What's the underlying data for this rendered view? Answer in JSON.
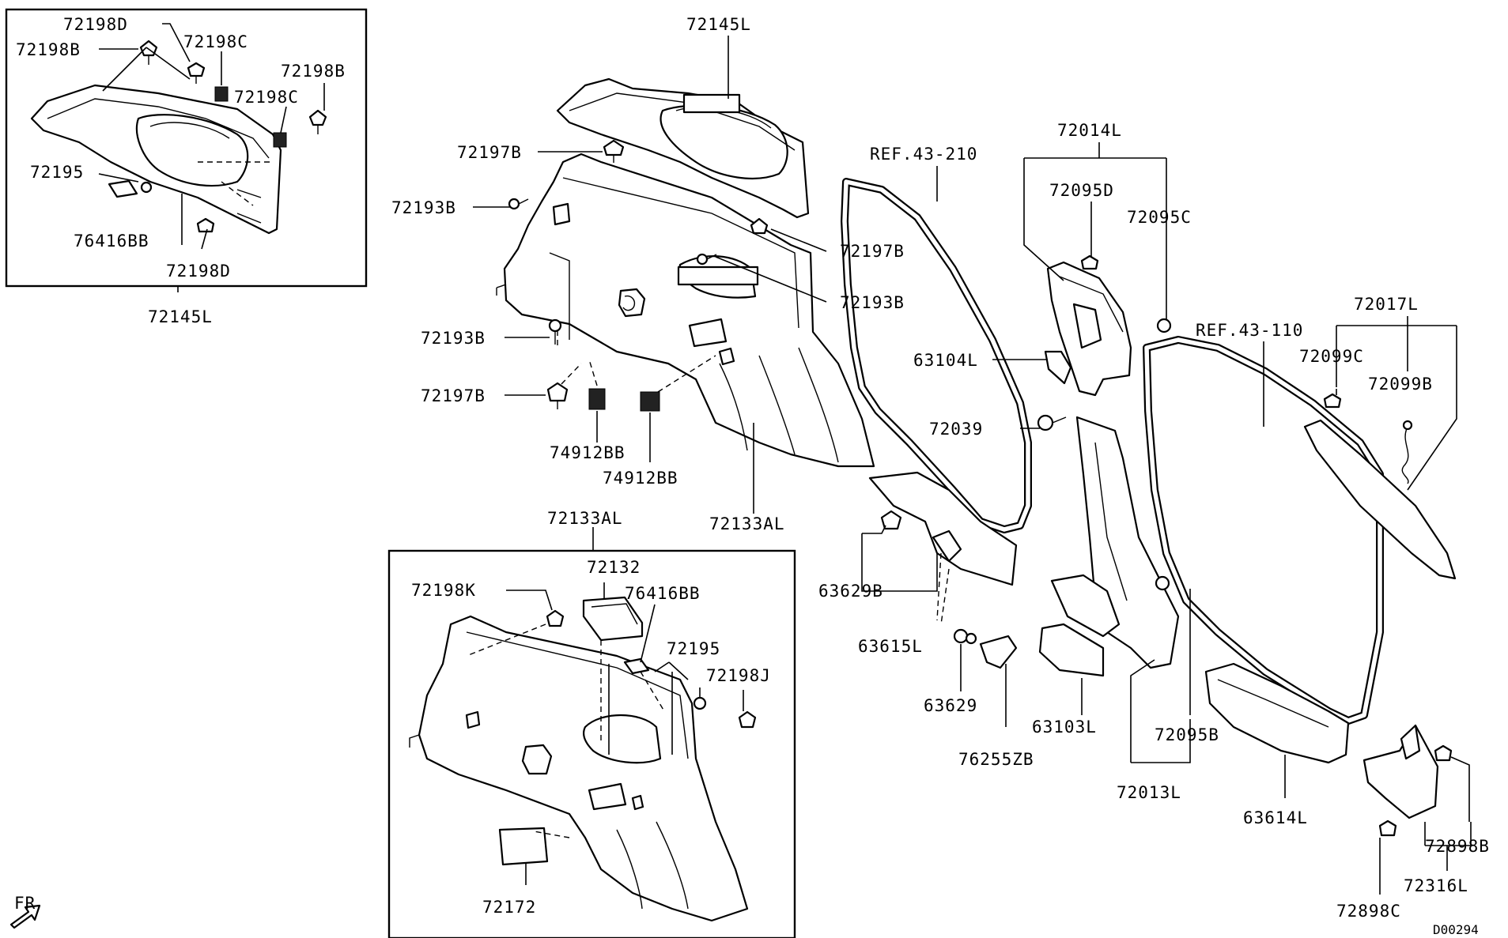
{
  "diagram_code": "D00294",
  "direction_label": "FR",
  "labels": {
    "l_72145L_top": "72145L",
    "l_72197B_a": "72197B",
    "l_72193B_a": "72193B",
    "l_72197B_b": "72197B",
    "l_72193B_b": "72193B",
    "l_72193B_c": "72193B",
    "l_72197B_c": "72197B",
    "l_74912BB_a": "74912BB",
    "l_74912BB_b": "74912BB",
    "l_72133AL_main": "72133AL",
    "l_72133AL_box": "72133AL",
    "l_ref_43_210": "REF.43-210",
    "l_72014L": "72014L",
    "l_72095D": "72095D",
    "l_72095C": "72095C",
    "l_63104L": "63104L",
    "l_72039": "72039",
    "l_ref_43_110": "REF.43-110",
    "l_72017L": "72017L",
    "l_72099C": "72099C",
    "l_72099B": "72099B",
    "l_63629B": "63629B",
    "l_63615L": "63615L",
    "l_63629": "63629",
    "l_76255ZB": "76255ZB",
    "l_63103L": "63103L",
    "l_72095B": "72095B",
    "l_72013L": "72013L",
    "l_63614L": "63614L",
    "l_72898B": "72898B",
    "l_72316L": "72316L",
    "l_72898C": "72898C",
    "l_72198D_a": "72198D",
    "l_72198B_a": "72198B",
    "l_72198C_a": "72198C",
    "l_72198B_b": "72198B",
    "l_72198C_b": "72198C",
    "l_72195_a": "72195",
    "l_76416BB_a": "76416BB",
    "l_72198D_b": "72198D",
    "l_72145L_box": "72145L",
    "l_72132": "72132",
    "l_76416BB_b": "76416BB",
    "l_72198K": "72198K",
    "l_72195_b": "72195",
    "l_72198J": "72198J",
    "l_72172": "72172"
  }
}
